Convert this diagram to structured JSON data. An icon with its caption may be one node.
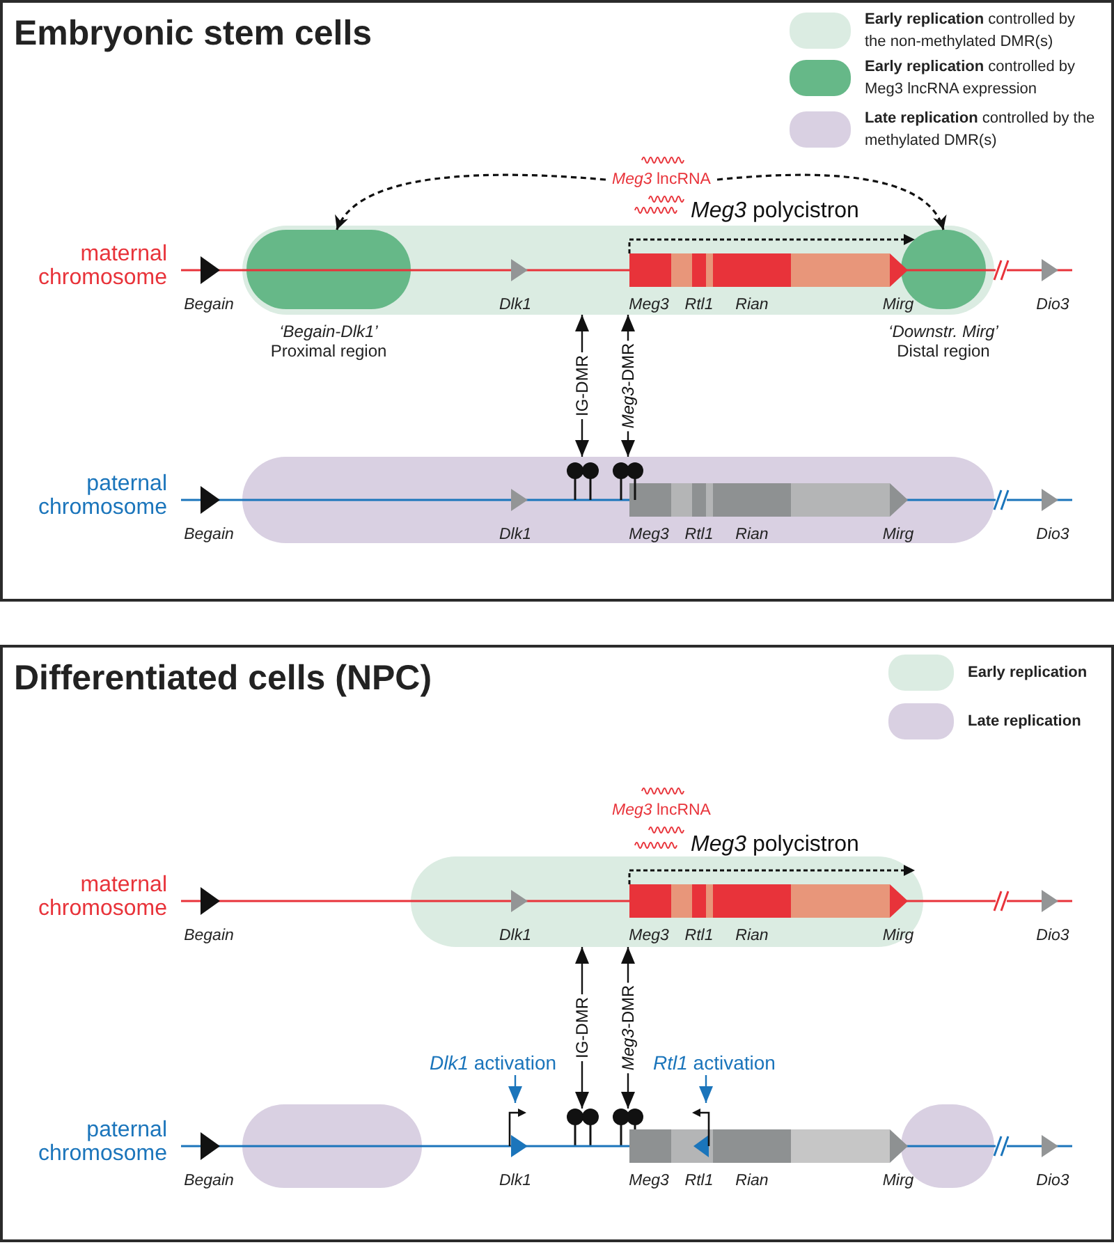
{
  "diagram": {
    "nodes": [
      {
        "text": [
          "Embryonic stem cells"
        ]
      },
      {
        "text": [
          "Differentiated cells (NPC)"
        ]
      },
      {
        "text": [
          "*Meg3* lncRNA"
        ],
        "in": 0
      },
      {
        "text": [],
        "shape": "box",
        "in": 0
      },
      {
        "text": [],
        "shape": "box",
        "in": 3,
        "beside": [
          "‘Begain-Dlk1’",
          "Proximal region"
        ]
      },
      {
        "text": [],
        "shape": "box",
        "in": 3,
        "beside": [
          "‘Downstr. Mirg’",
          "Distal region"
        ]
      },
      {
        "text": [],
        "shape": "box",
        "in": 0
      },
      {
        "text": [
          "*Meg3* lncRNA"
        ],
        "in": 1
      },
      {
        "text": [],
        "shape": "box",
        "in": 1
      },
      {
        "text": [
          "*Dlk1* activation"
        ],
        "in": 1
      },
      {
        "text": [
          "*Rtl1* activation"
        ],
        "in": 1
      },
      {
        "text": [],
        "shape": "lollipop",
        "in": 1
      },
      {
        "text": [],
        "shape": "lollipop",
        "in": 1
      },
      {
        "text": [],
        "shape": "box",
        "in": 1
      },
      {
        "text": [],
        "shape": "box",
        "in": 1
      }
    ],
    "edges": [
      {
        "from": 2,
        "to": 4,
        "arrow": "to",
        "style": "dashed"
      },
      {
        "from": 2,
        "to": 5,
        "arrow": "to",
        "style": "dashed"
      },
      {
        "from": 3,
        "to": 6,
        "arrow": "both",
        "label": "IG-DMR"
      },
      {
        "from": 3,
        "to": 6,
        "arrow": "both",
        "label": "*Meg3*-DMR"
      },
      {
        "from": 8,
        "to": 11,
        "arrow": "both",
        "label": "IG-DMR"
      },
      {
        "from": 8,
        "to": 12,
        "arrow": "both",
        "label": "*Meg3*-DMR"
      },
      {
        "from": 9,
        "to": null,
        "arrow": "to",
        "color": "#1b75bb"
      },
      {
        "from": 10,
        "to": null,
        "arrow": "to",
        "color": "#1b75bb"
      }
    ],
    "labels": [
      "*Meg3* polycistron",
      "maternal chromosome",
      "Begain",
      "Dlk1",
      "Meg3",
      "Rtl1",
      "Rian",
      "Mirg",
      "Dio3",
      "paternal chromosome",
      "Begain",
      "Dlk1",
      "Meg3",
      "Rtl1",
      "Rian",
      "Mirg",
      "Dio3",
      "*Meg3* polycistron",
      "maternal chromosome",
      "Begain",
      "Dlk1",
      "Meg3",
      "Rtl1",
      "Rian",
      "Mirg",
      "Dio3",
      "paternal chromosome",
      "Begain",
      "Dlk1",
      "Meg3",
      "Rtl1",
      "Rian",
      "Mirg",
      "Dio3"
    ],
    "legend": [
      {
        "text": "**Early replication** controlled by the non-methylated DMR(s)",
        "color": "#dbece2"
      },
      {
        "text": "**Early replication** controlled by Meg3 lncRNA expression",
        "color": "#66b888"
      },
      {
        "text": "**Late replication** controlled by the methylated DMR(s)",
        "color": "#d9d0e2"
      },
      {
        "text": "Early replication",
        "color": "#dbece2"
      },
      {
        "text": "Late replication",
        "color": "#d9d0e2"
      }
    ]
  }
}
